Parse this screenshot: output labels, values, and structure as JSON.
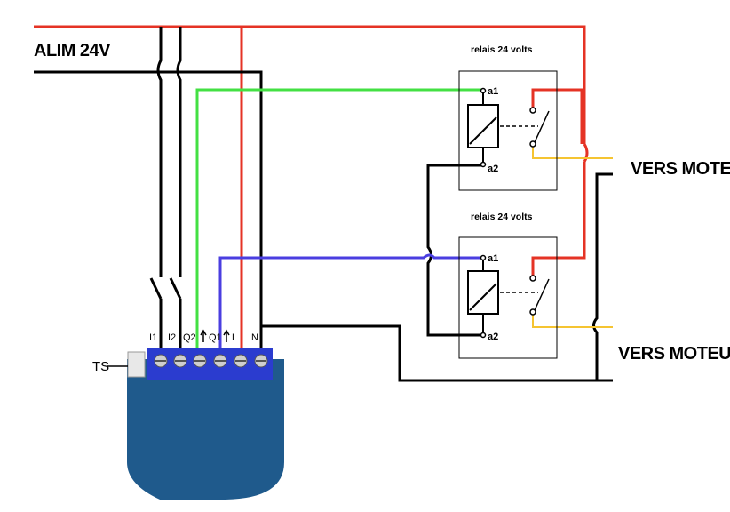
{
  "supply_label": "ALIM 24V",
  "relay1": {
    "title": "relais 24 volts",
    "coil_top": "a1",
    "coil_bottom": "a2"
  },
  "relay2": {
    "title": "relais 24 volts",
    "coil_top": "a1",
    "coil_bottom": "a2"
  },
  "motor_label_1": "VERS MOTEUR",
  "motor_label_2": "VERS MOTEUR",
  "module": {
    "terminals": [
      "I1",
      "I2",
      "Q2",
      "Q1",
      "L",
      "N"
    ],
    "ts_label": "TS",
    "colors": {
      "body": "#1f5a8c",
      "terminal_block": "#2b3ccf"
    }
  },
  "wire_colors": {
    "red": "#e53325",
    "green": "#43e043",
    "blue": "#4a3ee0",
    "yellow": "#f5c431",
    "black": "#000000"
  }
}
